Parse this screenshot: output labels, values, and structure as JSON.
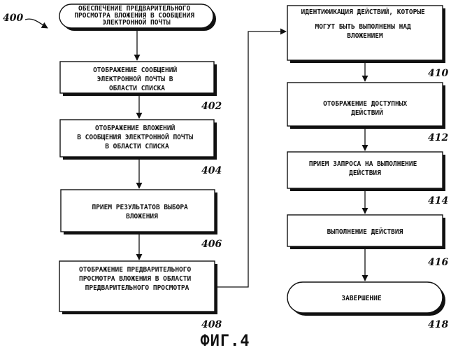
{
  "diagram_ref": "400",
  "caption": "ФИГ.4",
  "nodes": {
    "start": {
      "lines": [
        "ОБЕСПЕЧЕНИЕ ПРЕДВАРИТЕЛЬНОГО",
        "ПРОСМОТРА ВЛОЖЕНИЯ В СООБЩЕНИЯ",
        "ЭЛЕКТРОННОЙ ПОЧТЫ"
      ]
    },
    "n402": {
      "lines": [
        "ОТОБРАЖЕНИЕ СООБЩЕНИЙ",
        "ЭЛЕКТРОННОЙ ПОЧТЫ В",
        "ОБЛАСТИ СПИСКА"
      ],
      "ref": "402"
    },
    "n404": {
      "lines": [
        "ОТОБРАЖЕНИЕ ВЛОЖЕНИЙ",
        "В СООБЩЕНИЯ  ЭЛЕКТРОННОЙ ПОЧТЫ",
        "В ОБЛАСТИ СПИСКА"
      ],
      "ref": "404"
    },
    "n406": {
      "lines": [
        "ПРИЕМ РЕЗУЛЬТАТОВ ВЫБОРА",
        "ВЛОЖЕНИЯ"
      ],
      "ref": "406"
    },
    "n408": {
      "lines": [
        "ОТОБРАЖЕНИЕ ПРЕДВАРИТЕЛЬНОГО",
        "ПРОСМОТРА ВЛОЖЕНИЯ В ОБЛАСТИ",
        "ПРЕДВАРИТЕЛЬНОГО ПРОСМОТРА"
      ],
      "ref": "408"
    },
    "n410": {
      "lines": [
        "ИДЕНТИФИКАЦИЯ ДЕЙСТВИЙ, КОТОРЫЕ",
        "МОГУТ БЫТЬ ВЫПОЛНЕНЫ НАД",
        "ВЛОЖЕНИЕМ"
      ],
      "ref": "410"
    },
    "n412": {
      "lines": [
        "ОТОБРАЖЕНИЕ ДОСТУПНЫХ",
        "ДЕЙСТВИЙ"
      ],
      "ref": "412"
    },
    "n414": {
      "lines": [
        "ПРИЕМ ЗАПРОСА НА ВЫПОЛНЕНИЕ",
        "ДЕЙСТВИЯ"
      ],
      "ref": "414"
    },
    "n416": {
      "lines": [
        "ВЫПОЛНЕНИЕ ДЕЙСТВИЯ"
      ],
      "ref": "416"
    },
    "end": {
      "lines": [
        "ЗАВЕРШЕНИЕ"
      ],
      "ref": "418"
    }
  }
}
